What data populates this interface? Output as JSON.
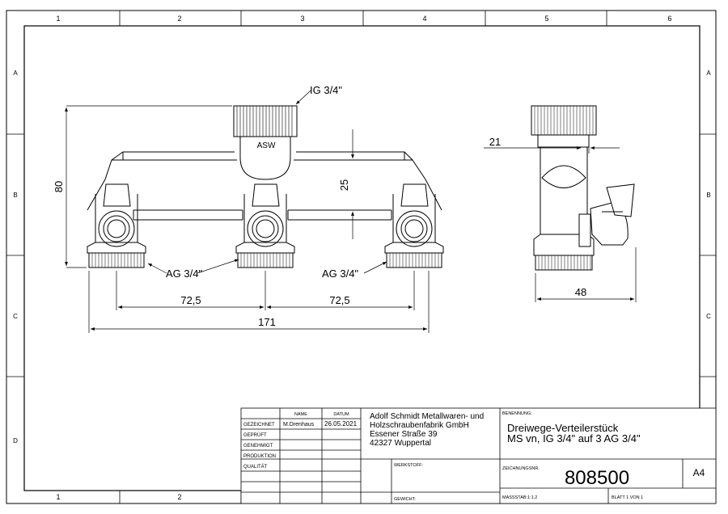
{
  "frame": {
    "columns_top": [
      "1",
      "2",
      "3",
      "4",
      "5",
      "6"
    ],
    "columns_bottom": [
      "1",
      "2"
    ],
    "rows_left": [
      "A",
      "B",
      "C",
      "D"
    ],
    "rows_right": [
      "A",
      "B",
      "C"
    ]
  },
  "annotations": {
    "ig": "IG 3/4\"",
    "asw": "ASW",
    "ag_left": "AG 3/4\"",
    "ag_right": "AG 3/4\""
  },
  "dimensions": {
    "height": "80",
    "offset": "25",
    "pitch_left": "72,5",
    "pitch_right": "72,5",
    "overall": "171",
    "side_21": "21",
    "side_48": "48"
  },
  "title_block": {
    "hdr_name": "NAME",
    "hdr_date": "DATUM",
    "rows": [
      "GEZEICHNET",
      "GEPRÜFT",
      "GENEHMIGT",
      "PRODUKTION",
      "QUALITÄT"
    ],
    "drawn_name": "M.Drenhaus",
    "drawn_date": "26.05.2021",
    "company": [
      "Adolf Schmidt Metallwaren- und",
      "Holzschraubenfabrik GmbH",
      "Essener Straße 39",
      "42327 Wuppertal"
    ],
    "benennung_label": "BENENNUNG:",
    "title_lines": [
      "Dreiwege-Verteilerstück",
      "MS vn, IG 3/4\" auf 3 AG 3/4\""
    ],
    "werkstoff_label": "WERKSTOFF:",
    "zeichnungsnr_label": "ZEICHNUNGSNR.",
    "number": "808500",
    "format": "A4",
    "gewicht_label": "GEWICHT:",
    "massstab": "MASSSTAB:1:1.2",
    "blatt": "BLATT 1 VON 1"
  }
}
